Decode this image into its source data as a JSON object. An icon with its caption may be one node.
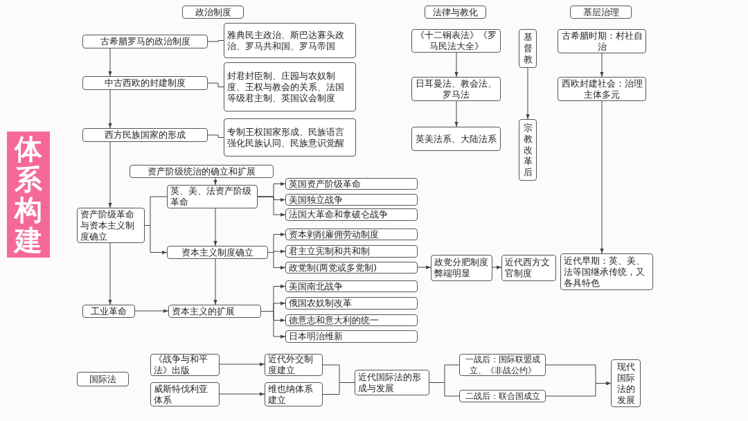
{
  "diagram": {
    "nodes": [
      {
        "text": [
          "体系构建"
        ]
      },
      {
        "text": [
          "政治制度"
        ]
      },
      {
        "text": [
          "古希腊罗马的政治制度"
        ]
      },
      {
        "text": [
          "雅典民主政治、斯巴达寡头政治、罗马共和国、罗马帝国"
        ]
      },
      {
        "text": [
          "中古西欧的封建制度"
        ]
      },
      {
        "text": [
          "封君封臣制、庄园与农奴制度、王权与教会的关系、法国等级君主制、英国议会制度"
        ]
      },
      {
        "text": [
          "西方民族国家的形成"
        ]
      },
      {
        "text": [
          "专制王权国家形成、民族语言强化民族认同、民族意识觉醒"
        ]
      },
      {
        "text": [
          "资产阶级统治的确立和扩展"
        ]
      },
      {
        "text": [
          "资产阶级革命与资本主义制度确立"
        ]
      },
      {
        "text": [
          "英、美、法资产阶级革命"
        ]
      },
      {
        "text": [
          "英国资产阶级革命"
        ]
      },
      {
        "text": [
          "美国独立战争"
        ]
      },
      {
        "text": [
          "法国大革命和拿破仑战争"
        ]
      },
      {
        "text": [
          "资本主义制度确立"
        ]
      },
      {
        "text": [
          "资本剥削雇佣劳动制度"
        ]
      },
      {
        "text": [
          "君主立宪制和共和制"
        ]
      },
      {
        "text": [
          "政党制(两党或多党制)"
        ]
      },
      {
        "text": [
          "政党分肥制度弊端明显"
        ]
      },
      {
        "text": [
          "近代西方文官制度"
        ]
      },
      {
        "text": [
          "工业革命"
        ]
      },
      {
        "text": [
          "资本主义的扩展"
        ]
      },
      {
        "text": [
          "美国南北战争"
        ]
      },
      {
        "text": [
          "俄国农奴制改革"
        ]
      },
      {
        "text": [
          "德意志和意大利的统一"
        ]
      },
      {
        "text": [
          "日本明治维新"
        ]
      },
      {
        "text": [
          "法律与教化"
        ]
      },
      {
        "text": [
          "《十二铜表法》《罗马民法大全》"
        ]
      },
      {
        "text": [
          "日耳曼法、教会法、罗马法"
        ]
      },
      {
        "text": [
          "英美法系、大陆法系"
        ]
      },
      {
        "text": [
          "基督教"
        ]
      },
      {
        "text": [
          "宗教改革后"
        ]
      },
      {
        "text": [
          "基层治理"
        ]
      },
      {
        "text": [
          "古希腊时期：村社自治"
        ]
      },
      {
        "text": [
          "西欧封建社会：治理主体多元"
        ]
      },
      {
        "text": [
          "近代早期：英、美、法等国继承传统，又各具特色"
        ]
      },
      {
        "text": [
          "国际法"
        ]
      },
      {
        "text": [
          "《战争与和平法》出版"
        ]
      },
      {
        "text": [
          "威斯特伐利亚体系"
        ]
      },
      {
        "text": [
          "近代外交制度建立"
        ]
      },
      {
        "text": [
          "维也纳体系建立"
        ]
      },
      {
        "text": [
          "近代国际法的形成与发展"
        ]
      },
      {
        "text": [
          "一战后：国际联盟成立、《非战公约》"
        ]
      },
      {
        "text": [
          "二战后：联合国成立"
        ]
      },
      {
        "text": [
          "现代国际法的发展"
        ]
      }
    ],
    "edges": [
      {
        "from": 2,
        "to": 4,
        "arrow": "to"
      },
      {
        "from": 4,
        "to": 6,
        "arrow": "to"
      },
      {
        "from": 6,
        "to": 9,
        "arrow": "to"
      },
      {
        "from": 9,
        "to": 20,
        "arrow": "to"
      },
      {
        "from": 2,
        "to": 3,
        "arrow": "none"
      },
      {
        "from": 4,
        "to": 5,
        "arrow": "none"
      },
      {
        "from": 6,
        "to": 7,
        "arrow": "none"
      },
      {
        "from": 8,
        "to": 10,
        "arrow": "to"
      },
      {
        "from": 10,
        "to": 14,
        "arrow": "to"
      },
      {
        "from": 14,
        "to": 21,
        "arrow": "to"
      },
      {
        "from": 9,
        "to": 10,
        "arrow": "none"
      },
      {
        "from": 9,
        "to": 14,
        "arrow": "to"
      },
      {
        "from": 10,
        "to": 11,
        "arrow": "to"
      },
      {
        "from": 10,
        "to": 12,
        "arrow": "to"
      },
      {
        "from": 10,
        "to": 13,
        "arrow": "to"
      },
      {
        "from": 14,
        "to": 15,
        "arrow": "to"
      },
      {
        "from": 14,
        "to": 16,
        "arrow": "to"
      },
      {
        "from": 14,
        "to": 17,
        "arrow": "to"
      },
      {
        "from": 17,
        "to": 18,
        "arrow": "to"
      },
      {
        "from": 18,
        "to": 19,
        "arrow": "to"
      },
      {
        "from": 20,
        "to": 21,
        "arrow": "to"
      },
      {
        "from": 21,
        "to": 22,
        "arrow": "to"
      },
      {
        "from": 21,
        "to": 23,
        "arrow": "to"
      },
      {
        "from": 21,
        "to": 24,
        "arrow": "to"
      },
      {
        "from": 21,
        "to": 25,
        "arrow": "to"
      },
      {
        "from": 27,
        "to": 28,
        "arrow": "to"
      },
      {
        "from": 28,
        "to": 29,
        "arrow": "to"
      },
      {
        "from": 30,
        "to": 31,
        "arrow": "to"
      },
      {
        "from": 33,
        "to": 34,
        "arrow": "to"
      },
      {
        "from": 34,
        "to": 35,
        "arrow": "to"
      },
      {
        "from": 37,
        "to": 39,
        "arrow": "to"
      },
      {
        "from": 38,
        "to": 40,
        "arrow": "to"
      },
      {
        "from": 39,
        "to": 41,
        "arrow": "none"
      },
      {
        "from": 40,
        "to": 41,
        "arrow": "none"
      },
      {
        "from": 41,
        "to": 42,
        "arrow": "none"
      },
      {
        "from": 41,
        "to": 43,
        "arrow": "none"
      },
      {
        "from": 42,
        "to": 44,
        "arrow": "to"
      },
      {
        "from": 43,
        "to": 44,
        "arrow": "to"
      }
    ]
  }
}
